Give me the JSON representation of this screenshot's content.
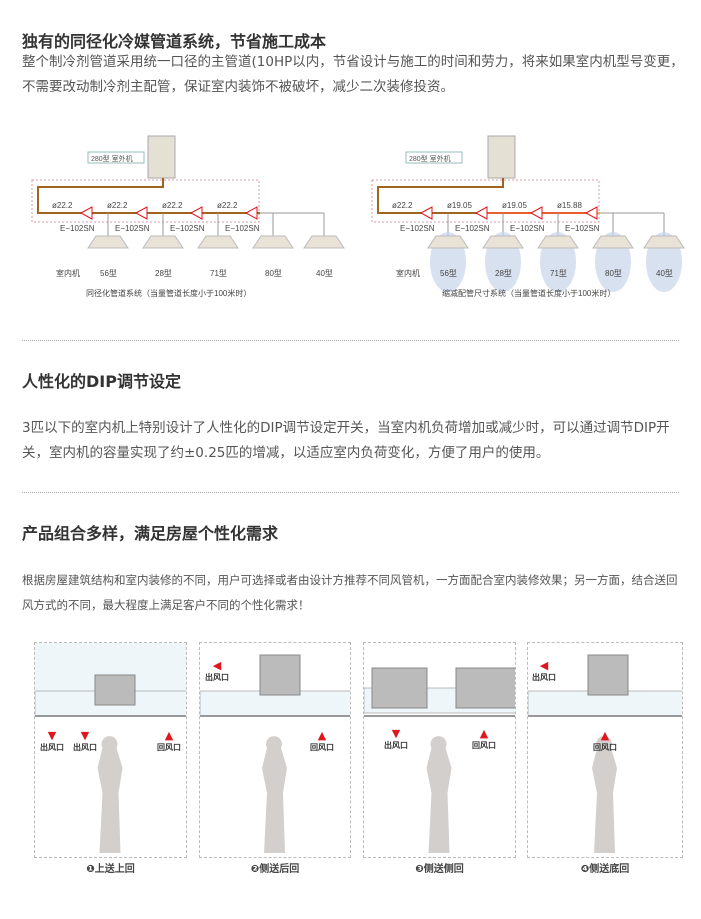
{
  "section1": {
    "title": "独有的同径化冷媒管道系统，节省施工成本",
    "text": "整个制冷剂管道采用统一口径的主管道(10HP以内，节省设计与施工的时间和劳力，将来如果室内机型号变更，不需要改动制冷剂主配管，保证室内装饰不被破坏，减少二次装修投资。"
  },
  "diagram_left": {
    "outdoor_label": "280型  室外机",
    "pipes": [
      "ø22.2",
      "ø22.2",
      "ø22.2",
      "ø22.2"
    ],
    "branch": "E−102SN",
    "indoor_label": "室内机",
    "units": [
      "56型",
      "28型",
      "71型",
      "80型",
      "40型"
    ],
    "caption": "同径化管道系统（当量管道长度小于100米时）"
  },
  "diagram_right": {
    "outdoor_label": "280型  室外机",
    "pipes": [
      "ø22.2",
      "ø19.05",
      "ø19.05",
      "ø15.88"
    ],
    "branch": "E−102SN",
    "indoor_label": "室内机",
    "units": [
      "56型",
      "28型",
      "71型",
      "80型",
      "40型"
    ],
    "caption": "缩减配管尺寸系统（当量管道长度小于100米时）"
  },
  "section2": {
    "title": "人性化的DIP调节设定",
    "text": "3匹以下的室内机上特别设计了人性化的DIP调节设定开关，当室内机负荷增加或减少时，可以通过调节DIP开关，室内机的容量实现了约±0.25匹的增减，以适应室内负荷变化，方便了用户的使用。"
  },
  "section3": {
    "title": "产品组合多样，满足房屋个性化需求",
    "text": "根据房屋建筑结构和室内装修的不同，用户可选择或者由设计方推荐不同风管机，一方面配合室内装修效果；另一方面，结合送回风方式的不同，最大程度上满足客户不同的个性化需求！"
  },
  "panels": [
    {
      "caption": "❶上送上回",
      "labels": [
        "出风口",
        "出风口",
        "回风口"
      ]
    },
    {
      "caption": "❷侧送后回",
      "labels": [
        "出风口",
        "回风口"
      ]
    },
    {
      "caption": "❸侧送侧回",
      "labels": [
        "出风口",
        "回风口"
      ]
    },
    {
      "caption": "❹侧送底回",
      "labels": [
        "出风口",
        "回风口"
      ]
    }
  ],
  "colors": {
    "pipe_brown": "#a0641e",
    "arrow_red": "#e0161e",
    "airflow_blue": "#9fb8e0"
  }
}
